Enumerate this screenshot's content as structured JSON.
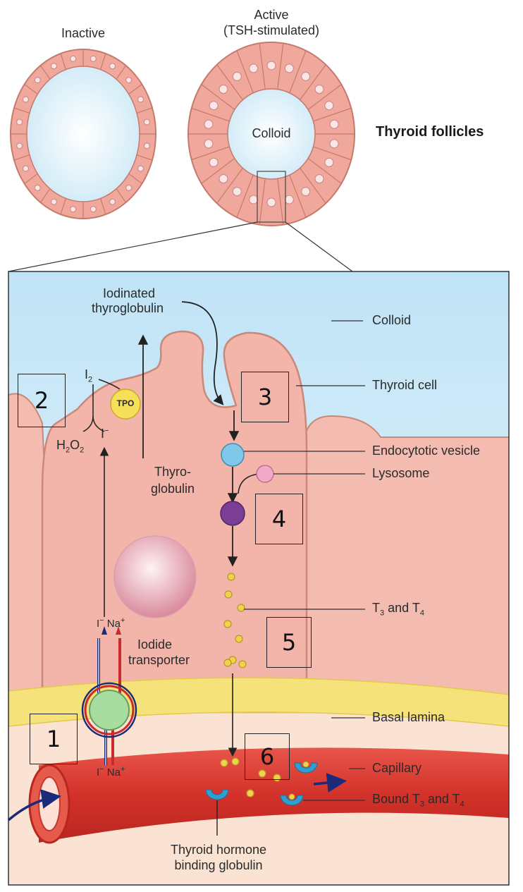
{
  "follicles": {
    "inactive_label": "Inactive",
    "active_label_line1": "Active",
    "active_label_line2": "(TSH-stimulated)",
    "colloid_label": "Colloid",
    "heading": "Thyroid follicles"
  },
  "cell_diagram": {
    "iodinated_line1": "Iodinated",
    "iodinated_line2": "thyroglobulin",
    "i2": "I",
    "i2_sub": "2",
    "tpo": "TPO",
    "iodide_ion": "I",
    "iodide_sup": "−",
    "h2o2_h": "H",
    "h2o2_sub1": "2",
    "h2o2_o": "O",
    "h2o2_sub2": "2",
    "thyro_line1": "Thyro-",
    "thyro_line2": "globulin",
    "iodide_top_i": "I",
    "iodide_top_sup_minus": "−",
    "na_top": "Na",
    "na_top_sup": "+",
    "iodide_bottom_i": "I",
    "iodide_bottom_sup_minus": "−",
    "na_bottom": "Na",
    "na_bottom_sup": "+",
    "transporter_line1": "Iodide",
    "transporter_line2": "transporter",
    "tbg_line1": "Thyroid hormone",
    "tbg_line2": "binding globulin"
  },
  "callouts": {
    "colloid": "Colloid",
    "thyroid_cell": "Thyroid cell",
    "endocytotic_vesicle": "Endocytotic vesicle",
    "lysosome": "Lysosome",
    "t3t4_t": "T",
    "t3t4_sub3": "3",
    "t3t4_and": " and T",
    "t3t4_sub4": "4",
    "basal_lamina": "Basal lamina",
    "capillary": "Capillary",
    "bound_prefix": "Bound  T",
    "bound_sub3": "3",
    "bound_and": " and T",
    "bound_sub4": "4"
  },
  "steps": [
    "1",
    "2",
    "3",
    "4",
    "5",
    "6"
  ],
  "colors": {
    "cell_pink": "#f3b5aa",
    "cell_border": "#c98878",
    "colloid_blue": "#d9effa",
    "basal_yellow": "#f5e27a",
    "capillary_red": "#d93a2c",
    "vesicle_blue": "#7fc8ea",
    "lysosome_pink": "#f4a8c8",
    "phago_purple": "#7a3f95",
    "hormone_yellow": "#f2d24a",
    "tbg_blue": "#2f9ed0",
    "transporter_green": "#a8dda0",
    "tpo_yellow": "#f6e05a"
  }
}
